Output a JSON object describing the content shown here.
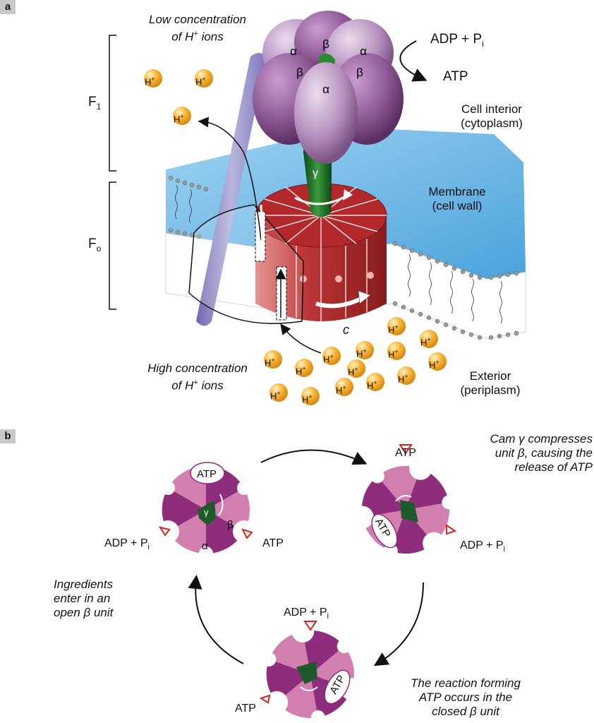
{
  "panel_a": {
    "tag": "a",
    "low_conc_line1": "Low concentration",
    "low_conc_line2_pre": "of H",
    "low_conc_line2_sup": "+",
    "low_conc_line2_post": " ions",
    "high_conc_line1": "High concentration",
    "high_conc_line2_pre": "of H",
    "high_conc_line2_sup": "+",
    "high_conc_line2_post": " ions",
    "f1_label": "F",
    "f1_sub": "1",
    "fo_label": "F",
    "fo_sub": "o",
    "adp_label": "ADP + P",
    "adp_sub": "i",
    "atp_label": "ATP",
    "cell_interior_1": "Cell interior",
    "cell_interior_2": "(cytoplasm)",
    "membrane_1": "Membrane",
    "membrane_2": "(cell wall)",
    "exterior_1": "Exterior",
    "exterior_2": "(periplasm)",
    "c_label": "c",
    "alpha": "α",
    "beta": "β",
    "gamma": "γ",
    "proton_text": "H",
    "proton_sup": "+"
  },
  "panel_b": {
    "tag": "b",
    "cam_text_1": "Cam γ compresses",
    "cam_text_2": "unit β, causing the",
    "cam_text_3": "release of ATP",
    "ingredients_1": "Ingredients",
    "ingredients_2": "enter in an",
    "ingredients_3": "open β unit",
    "reaction_1": "The reaction forming",
    "reaction_2": "ATP occurs in the",
    "reaction_3": "closed β unit",
    "atp": "ATP",
    "adp": "ADP + P",
    "adp_sub": "i",
    "alpha": "α",
    "beta": "β",
    "gamma": "γ"
  },
  "colors": {
    "alpha_light": "#c7a9cd",
    "beta_dark": "#8a5192",
    "gamma_green": "#1f6b2a",
    "rotor_red": "#b8272a",
    "membrane_blue": "#7ec0e8",
    "proton_orange": "#f0a020",
    "stator_purple": "#8c86c4",
    "wheel_dark": "#8e2d7c",
    "wheel_light": "#d27fb0",
    "arrow_red": "#d8231e"
  }
}
